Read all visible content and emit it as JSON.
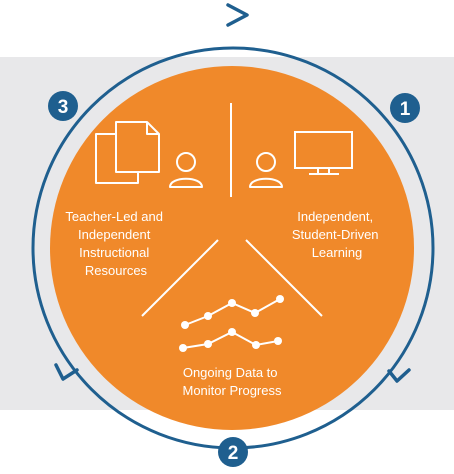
{
  "segments": {
    "teacher_led": {
      "line1": "Teacher-Led and",
      "line2": "Independent",
      "line3": "Instructional",
      "line4": "Resources"
    },
    "independent": {
      "line1": "Independent,",
      "line2": "Student-Driven",
      "line3": "Learning"
    },
    "data": {
      "line1": "Ongoing Data to",
      "line2": "Monitor Progress"
    }
  },
  "badges": {
    "one": "1",
    "two": "2",
    "three": "3"
  },
  "colors": {
    "circle_fill": "#f0892a",
    "ring": "#1f5f8f",
    "badge": "#1f5f8f",
    "backdrop": "#e8e8ea",
    "icon_line": "#ffffff"
  },
  "icons": [
    "documents-icon",
    "person-icon",
    "monitor-icon",
    "line-chart-icon",
    "arrow-icon"
  ]
}
